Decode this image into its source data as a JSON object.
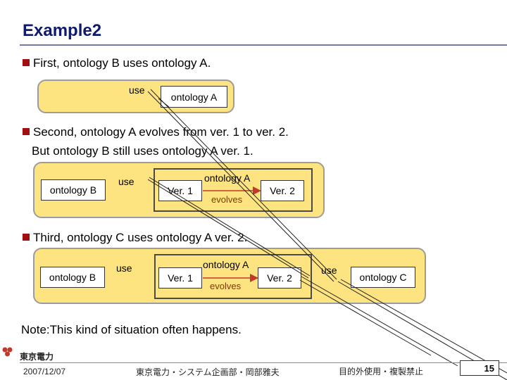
{
  "title": "Example2",
  "bullets": {
    "first": "First, ontology B uses  ontology A.",
    "second_l1": "Second, ontology A evolves from ver. 1 to ver. 2.",
    "second_l2": "But ontology B still uses ontology A ver. 1.",
    "third": "Third, ontology C uses ontology A ver. 2."
  },
  "diagram1": {
    "use": "use",
    "ontology_a": "ontology A"
  },
  "diagram2": {
    "ontology_b": "ontology B",
    "use": "use",
    "ontology_a": "ontology A",
    "ver1": "Ver. 1",
    "evolves": "evolves",
    "ver2": "Ver. 2"
  },
  "diagram3": {
    "ontology_b": "ontology B",
    "use": "use",
    "ontology_a": "ontology A",
    "ver1": "Ver. 1",
    "evolves": "evolves",
    "ver2": "Ver. 2",
    "use2": "use",
    "ontology_c": "ontology C"
  },
  "note": "Note:This kind of situation often happens.",
  "footer": {
    "company": "東京電力",
    "date": "2007/12/07",
    "dept": "東京電力・システム企画部・岡部雅夫",
    "notice": "目的外使用・複製禁止",
    "page": "15"
  },
  "colors": {
    "title": "#0d1a6e",
    "bullet": "#a30f10",
    "panel": "#fde480",
    "arrow": "#c0392b"
  }
}
